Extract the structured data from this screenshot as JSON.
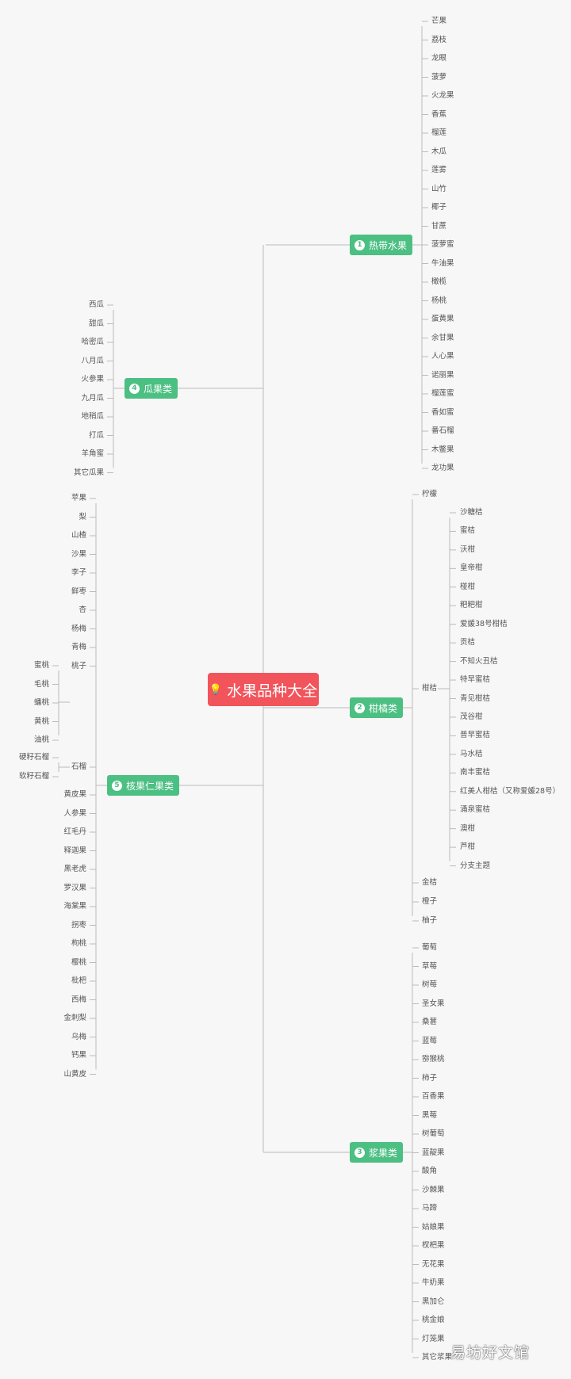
{
  "root": {
    "title": "水果品种大全",
    "icon": "lightbulb-icon"
  },
  "branches": [
    {
      "num": "1",
      "label": "热带水果",
      "items": [
        "芒果",
        "荔枝",
        "龙眼",
        "菠萝",
        "火龙果",
        "香蕉",
        "榴莲",
        "木瓜",
        "莲雾",
        "山竹",
        "椰子",
        "甘蔗",
        "菠萝蜜",
        "牛油果",
        "橄榄",
        "杨桃",
        "蛋黄果",
        "余甘果",
        "人心果",
        "诺丽果",
        "榴莲蜜",
        "香如蜜",
        "番石榴",
        "木鳖果",
        "龙功果"
      ]
    },
    {
      "num": "2",
      "label": "柑橘类",
      "items": [
        "柠檬",
        "柑桔",
        "金桔",
        "橙子",
        "柚子"
      ],
      "sub_parent": "柑桔",
      "sub_items": [
        "沙糖桔",
        "蜜桔",
        "沃柑",
        "皇帝柑",
        "椪柑",
        "粑粑柑",
        "爱媛38号柑桔",
        "贡桔",
        "不知火丑桔",
        "特早蜜桔",
        "青见柑桔",
        "茂谷柑",
        "普早蜜桔",
        "马水桔",
        "南丰蜜桔",
        "红美人柑桔（又称爱媛28号）",
        "涌泉蜜桔",
        "澳柑",
        "芦柑",
        "分支主题"
      ]
    },
    {
      "num": "3",
      "label": "浆果类",
      "items": [
        "葡萄",
        "草莓",
        "树莓",
        "圣女果",
        "桑葚",
        "蓝莓",
        "猕猴桃",
        "柿子",
        "百香果",
        "黑莓",
        "树葡萄",
        "蓝靛果",
        "酸角",
        "沙棘果",
        "马蹄",
        "姑娘果",
        "杈杷果",
        "无花果",
        "牛奶果",
        "黑加仑",
        "桃金娘",
        "灯笼果",
        "其它浆果"
      ]
    },
    {
      "num": "4",
      "label": "瓜果类",
      "items": [
        "西瓜",
        "甜瓜",
        "哈密瓜",
        "八月瓜",
        "火参果",
        "九月瓜",
        "地稍瓜",
        "打瓜",
        "羊角蜜",
        "其它瓜果"
      ]
    },
    {
      "num": "5",
      "label": "核果仁果类",
      "items": [
        "苹果",
        "梨",
        "山楂",
        "沙果",
        "李子",
        "鲜枣",
        "杏",
        "杨梅",
        "青梅",
        "桃子",
        "石榴",
        "黄皮果",
        "人参果",
        "红毛丹",
        "释迦果",
        "黑老虎",
        "罗汉果",
        "海棠果",
        "拐枣",
        "枸桃",
        "樱桃",
        "枇杷",
        "西梅",
        "金刺梨",
        "乌梅",
        "钙果",
        "山黄皮"
      ],
      "peach_parent": "桃子",
      "peach_items": [
        "蜜桃",
        "毛桃",
        "蟠桃",
        "黄桃",
        "油桃"
      ],
      "pomegranate_parent": "石榴",
      "pomegranate_items": [
        "硬籽石榴",
        "软籽石榴"
      ]
    }
  ],
  "watermark": "易坊好文馆",
  "colors": {
    "root": "#f2545b",
    "branch": "#4cbf82",
    "line": "#bbbbbb",
    "background": "#f7f7f7"
  }
}
